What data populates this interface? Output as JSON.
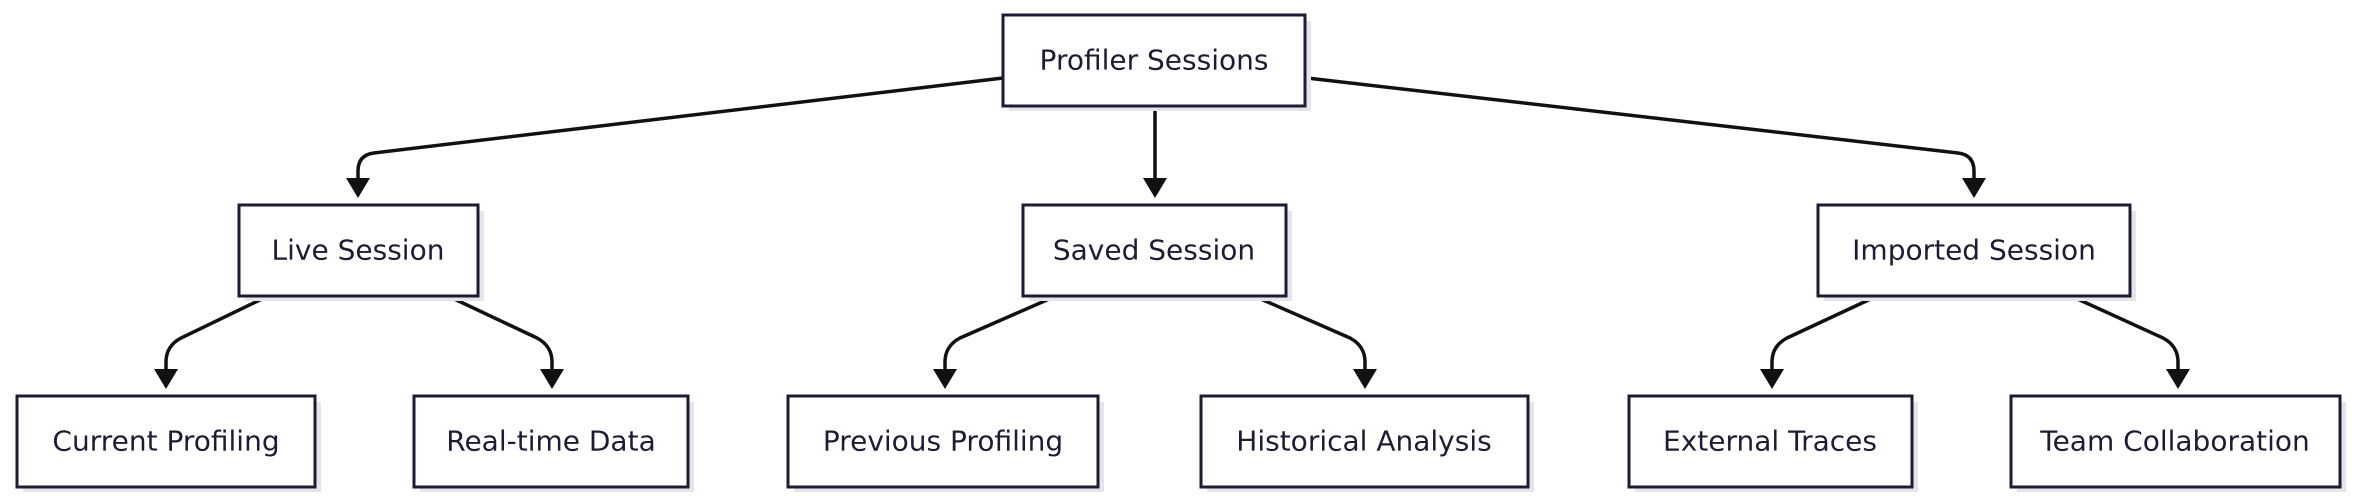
{
  "nodes": {
    "root": "Profiler Sessions",
    "live": "Live Session",
    "saved": "Saved Session",
    "imported": "Imported Session",
    "current_profiling": "Current Profiling",
    "realtime_data": "Real-time Data",
    "previous_profiling": "Previous Profiling",
    "historical_analysis": "Historical Analysis",
    "external_traces": "External Traces",
    "team_collaboration": "Team Collaboration"
  },
  "edges": [
    {
      "from": "root",
      "to": "live"
    },
    {
      "from": "root",
      "to": "saved"
    },
    {
      "from": "root",
      "to": "imported"
    },
    {
      "from": "live",
      "to": "current_profiling"
    },
    {
      "from": "live",
      "to": "realtime_data"
    },
    {
      "from": "saved",
      "to": "previous_profiling"
    },
    {
      "from": "saved",
      "to": "historical_analysis"
    },
    {
      "from": "imported",
      "to": "external_traces"
    },
    {
      "from": "imported",
      "to": "team_collaboration"
    }
  ]
}
